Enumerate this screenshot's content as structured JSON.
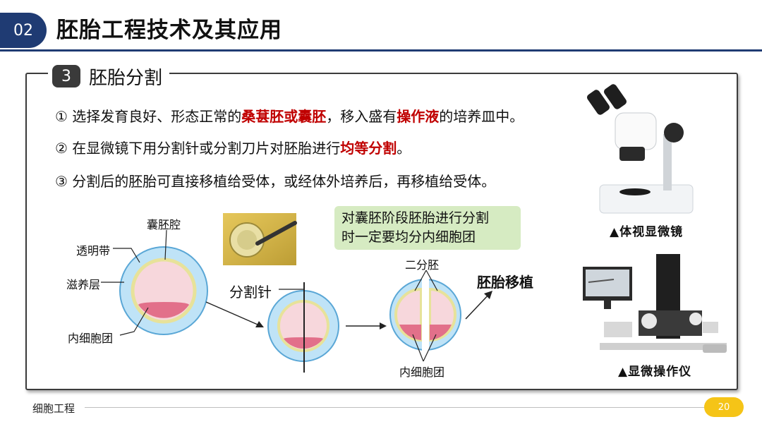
{
  "header": {
    "section_no": "02",
    "title": "胚胎工程技术及其应用"
  },
  "section": {
    "number": "3",
    "title": "胚胎分割"
  },
  "steps": [
    {
      "num": "①",
      "pre": " 选择发育良好、形态正常的",
      "em1": "桑葚胚或囊胚",
      "mid": "，移入盛有",
      "em2": "操作液",
      "post": "的培养皿中。"
    },
    {
      "num": "②",
      "pre": " 在显微镜下用分割针或分割刀片对胚胎进行",
      "em1": "均等分割",
      "post": "。"
    },
    {
      "num": "③",
      "pre": " 分割后的胚胎可直接移植给受体，或经体外培养后，再移植给受体。"
    }
  ],
  "note": {
    "line1": "对囊胚阶段胚胎进行分割",
    "line2": "时一定要均分内细胞团"
  },
  "diagram": {
    "blastocoel": "囊胚腔",
    "zona": "透明带",
    "trophoblast": "滋养层",
    "icm": "内细胞团",
    "needle": "分割针",
    "halves": "二分胚",
    "icm2": "内细胞团",
    "transfer": "胚胎移植"
  },
  "captions": {
    "stereo": "▲体视显微镜",
    "micromanip": "▲显微操作仪"
  },
  "footer": {
    "text": "细胞工程",
    "page": "20"
  },
  "colors": {
    "navy": "#1f3b73",
    "accent_red": "#c00000",
    "note_green": "#d6ebc2",
    "page_yellow": "#f5c417",
    "zona_blue": "#bfe3f7",
    "cell_pink": "#f7d7dc",
    "icm_pink": "#e2708a"
  }
}
